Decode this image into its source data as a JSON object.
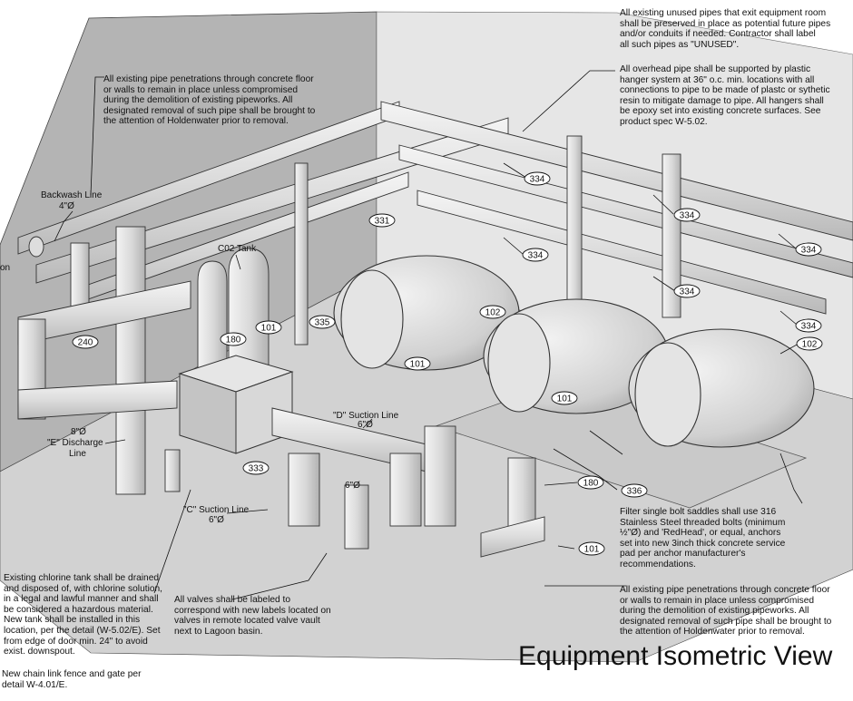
{
  "title": "Equipment Isometric View",
  "notes": {
    "unused_pipes": "All existing unused pipes that exit equipment room\nshall be preserved in place as potential future pipes\nand/or conduits if needed.  Contractor shall label\nall such pipes as \"UNUSED\".",
    "overhead_pipe": "All overhead pipe shall be supported by plastic\nhanger system at 36\" o.c. min. locations with all\nconnections to pipe to be made of plastc or sythetic\nresin to mitigate damage to pipe.  All hangers shall\nbe epoxy set into existing concrete surfaces.  See\nproduct spec W-5.02.",
    "penetrations_top": "All existing pipe penetrations through concrete floor\nor walls to remain in place unless compromised\nduring the demolition of existing pipeworks.  All\ndesignated removal of such pipe shall be brought to\nthe attention of Holdenwater prior to removal.",
    "saddles": "Filter single bolt saddles shall use 316\nStainless Steel threaded bolts (minimum\n½\"Ø) and 'RedHead', or equal, anchors\nset into new 3inch thick concrete service\npad per anchor manufacturer's\nrecommendations.",
    "penetrations_bottom": "All existing pipe penetrations through concrete floor\nor walls to remain in place unless compromised\nduring the demolition of existing pipeworks.  All\ndesignated removal of such pipe shall be brought to\nthe attention of Holdenwater prior to removal.",
    "chlorine": "Existing chlorine tank shall be drained\nand disposed of, with chlorine solution,\nin a legal and lawful manner and shall\nbe considered a hazardous material.\nNew tank shall be installed in this\nlocation, per the detail (W-5.02/E).  Set\nfrom edge of door min. 24\" to avoid\nexist. downspout.",
    "valves": "All valves shall be labeled to\ncorrespond with new labels located on\nvalves in remote located valve vault\nnext to Lagoon basin.",
    "fence": "New chain link fence and gate per\ndetail W-4.01/E.",
    "edge_fragment": "on"
  },
  "labels": {
    "backwash_line": "Backwash Line",
    "backwash_size": "4\"Ø",
    "co2_tank": "C02 Tank",
    "d_suction": "\"D\" Suction Line",
    "d_size": "6\"Ø",
    "e_size": "8\"Ø",
    "e_discharge_1": "\"E\" Discharge",
    "e_discharge_2": "Line",
    "c_suction": "\"C\" Suction Line",
    "c_size": "6\"Ø",
    "mid_size": "6\"Ø"
  },
  "tags": [
    "334",
    "334",
    "334",
    "334",
    "334",
    "334",
    "331",
    "335",
    "101",
    "101",
    "101",
    "101",
    "102",
    "102",
    "180",
    "180",
    "240",
    "333",
    "336"
  ],
  "colors": {
    "ink": "#111111",
    "wall_left": "#b4b4b4",
    "wall_right": "#e6e6e6",
    "floor": "#d2d2d2",
    "pipe": "#e2e2e2"
  }
}
